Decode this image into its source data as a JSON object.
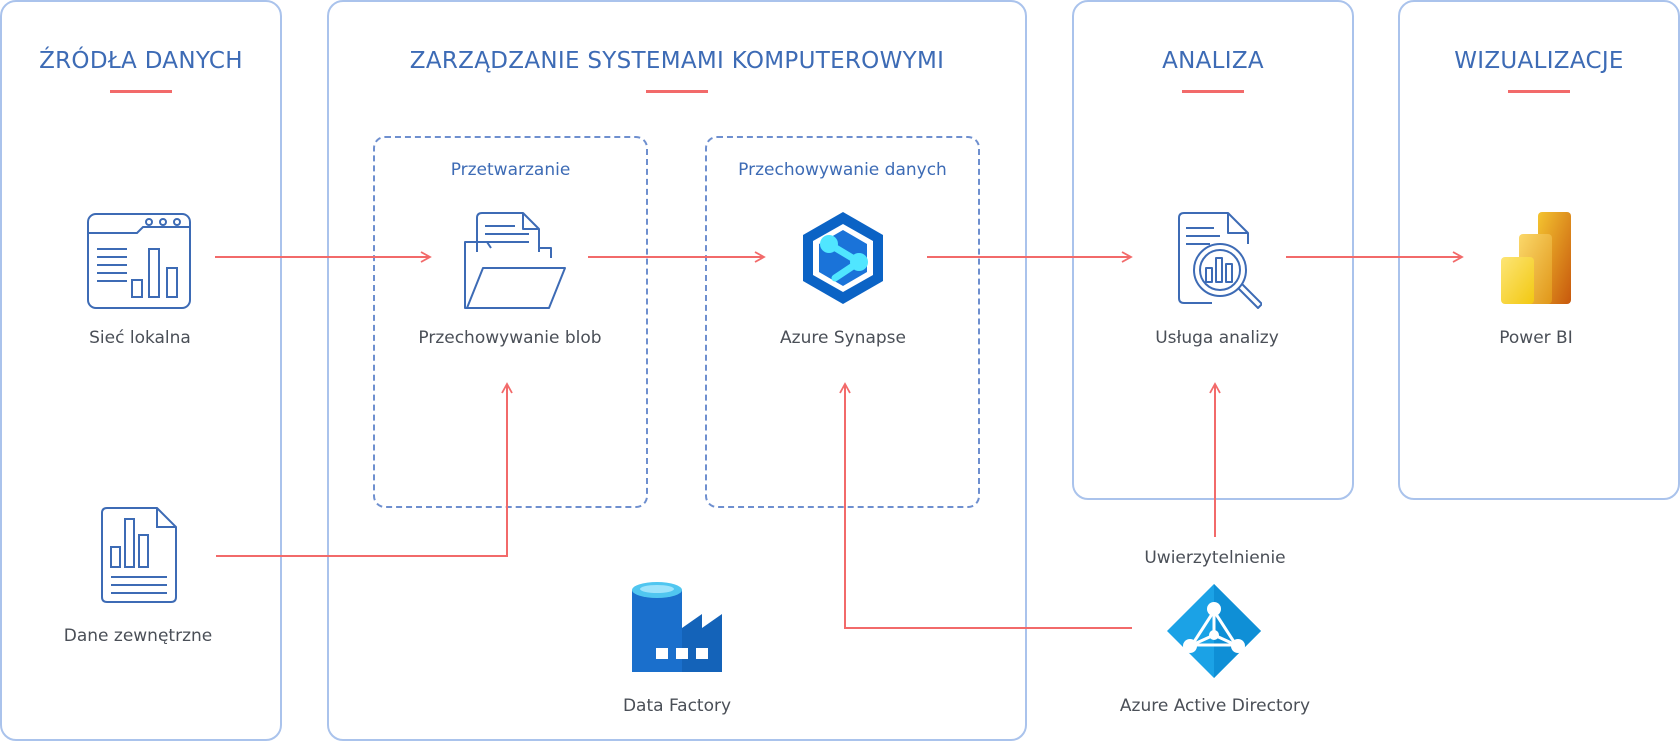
{
  "columns": {
    "sources": {
      "title": "ŹRÓDŁA DANYCH"
    },
    "management": {
      "title": "ZARZĄDZANIE SYSTEMAMI KOMPUTEROWYMI"
    },
    "analysis": {
      "title": "ANALIZA"
    },
    "visualization": {
      "title": "WIZUALIZACJE"
    }
  },
  "groups": {
    "processing": {
      "title": "Przetwarzanie"
    },
    "storage": {
      "title": "Przechowywanie danych"
    }
  },
  "nodes": {
    "local_network": {
      "label": "Sieć lokalna",
      "icon": "browser-chart-icon"
    },
    "external_data": {
      "label": "Dane zewnętrzne",
      "icon": "document-chart-icon"
    },
    "blob_storage": {
      "label": "Przechowywanie blob",
      "icon": "folder-documents-icon"
    },
    "synapse": {
      "label": "Azure Synapse",
      "icon": "azure-synapse-icon"
    },
    "data_factory": {
      "label": "Data Factory",
      "icon": "data-factory-icon"
    },
    "analysis_service": {
      "label": "Usługa analizy",
      "icon": "analysis-report-icon"
    },
    "power_bi": {
      "label": "Power BI",
      "icon": "power-bi-icon"
    },
    "aad": {
      "label": "Azure Active Directory",
      "icon": "azure-ad-icon"
    }
  },
  "edges": {
    "auth_label": "Uwierzytelnienie"
  },
  "colors": {
    "panel_border": "#aac3ec",
    "title": "#3d6bb5",
    "accent": "#f26a6a",
    "icon_line": "#3d6bb5"
  }
}
